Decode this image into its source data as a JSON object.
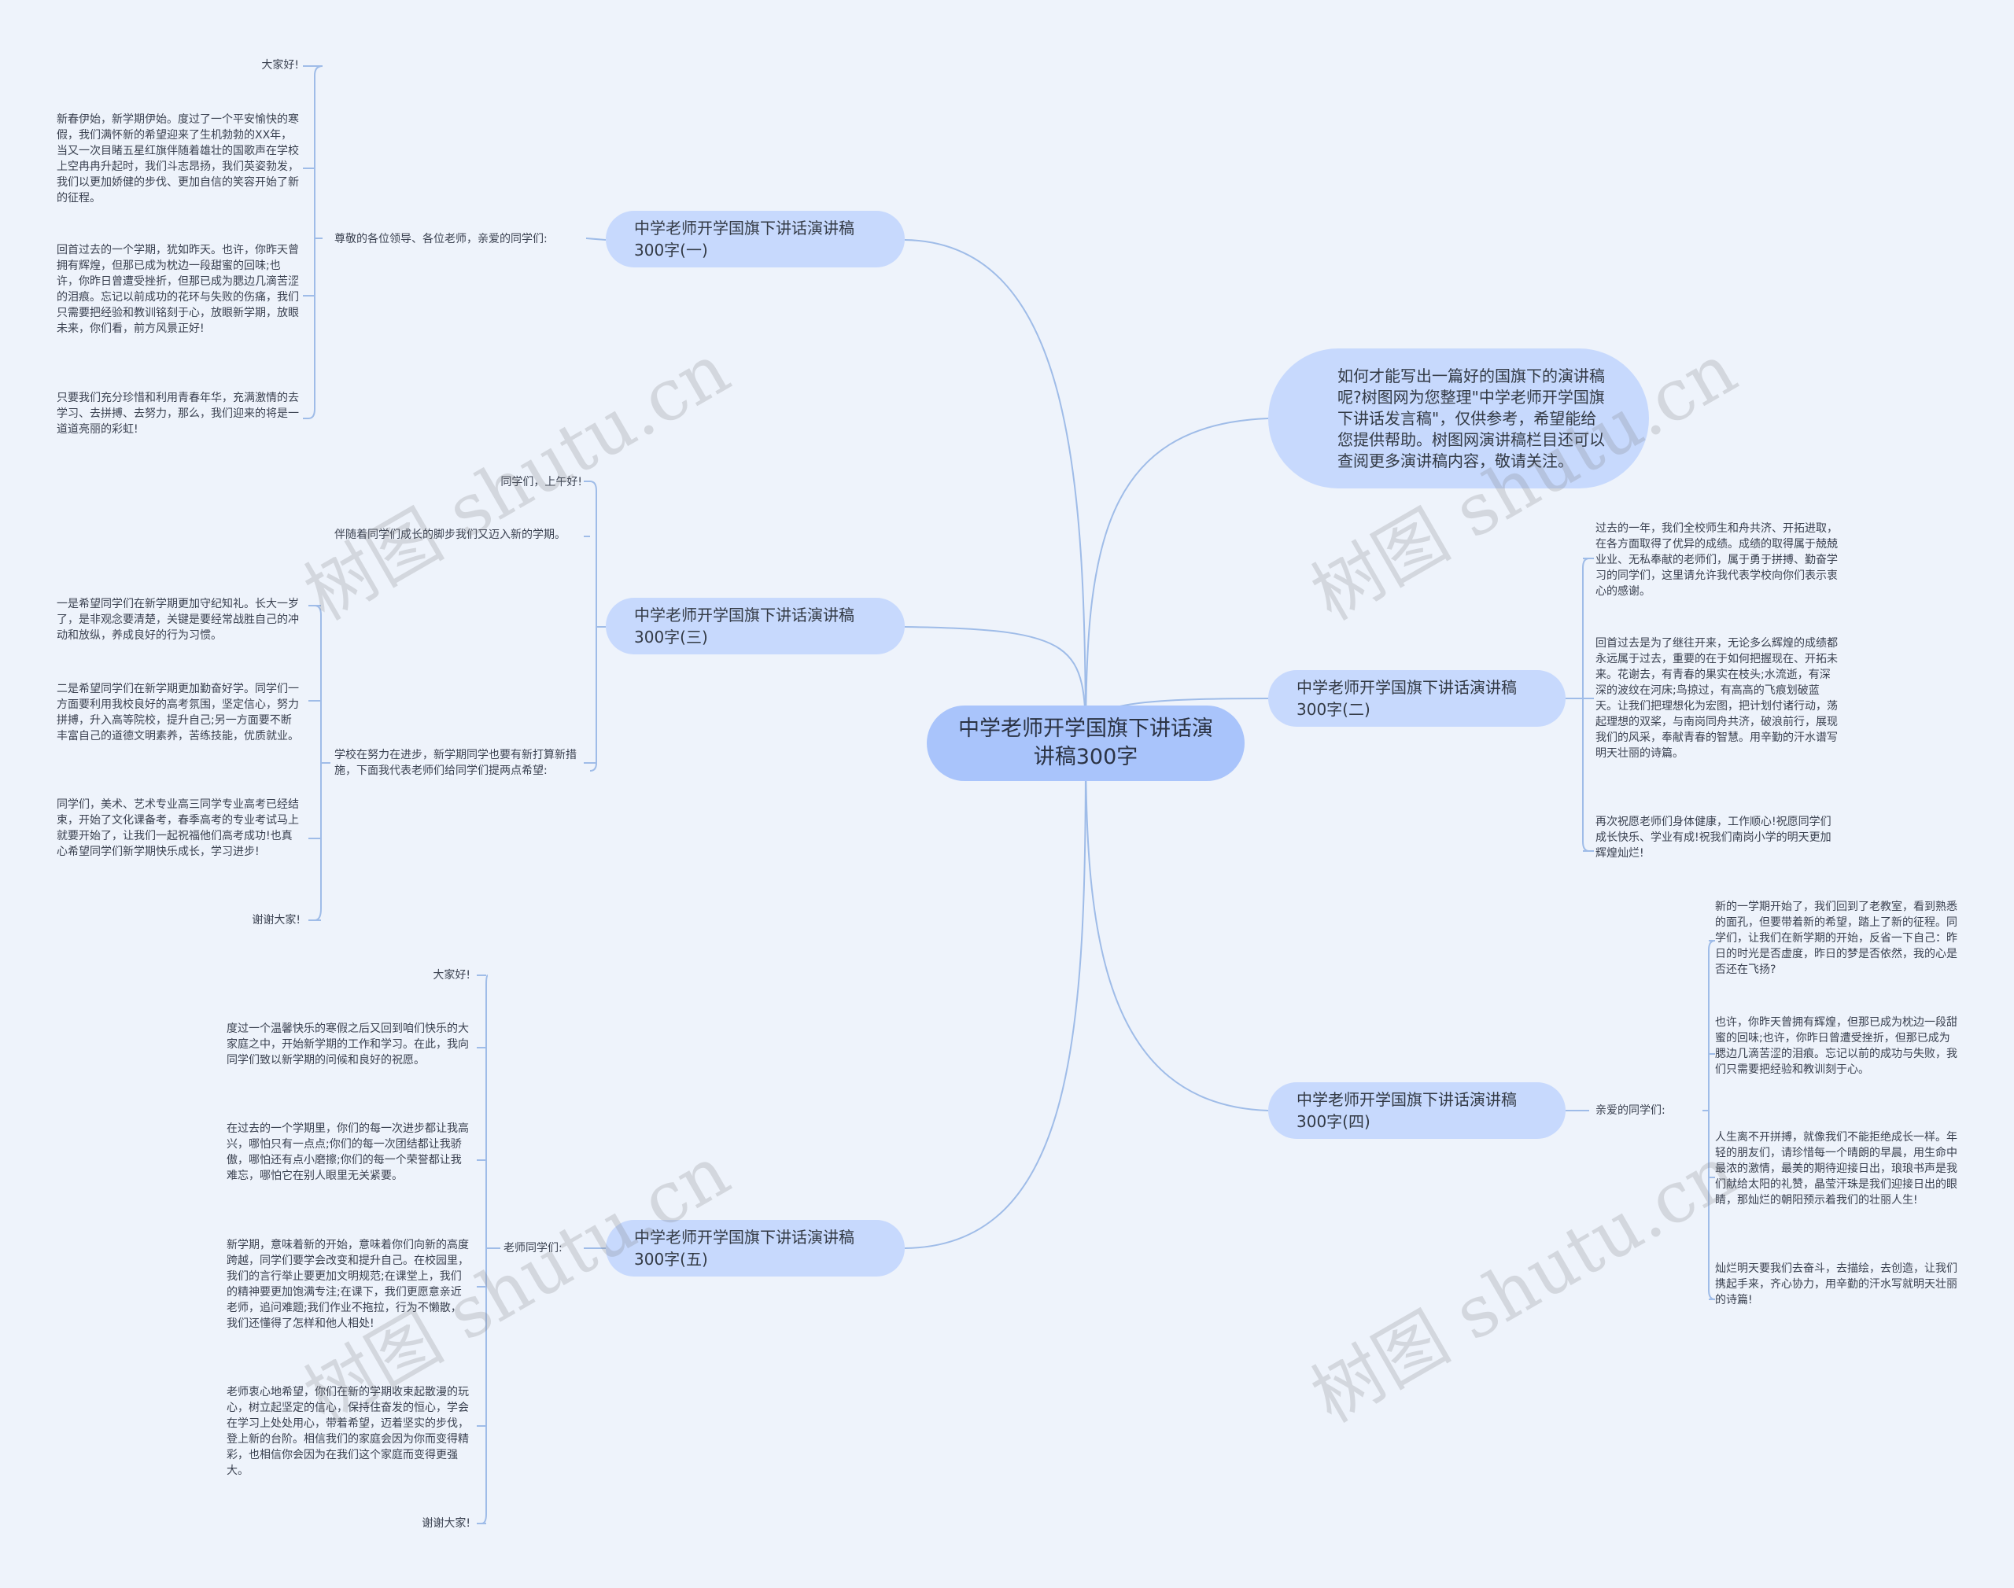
{
  "root": "中学老师开学国旗下讲话演讲稿300字",
  "intro": "如何才能写出一篇好的国旗下的演讲稿呢?树图网为您整理\"中学老师开学国旗下讲话发言稿\"，仅供参考，希望能给您提供帮助。树图网演讲稿栏目还可以查阅更多演讲稿内容，敬请关注。",
  "watermark": "树图 shutu.cn",
  "branches": {
    "b1": {
      "title": "中学老师开学国旗下讲话演讲稿300字(一)",
      "label": "尊敬的各位领导、各位老师，亲爱的同学们:",
      "leaves": [
        "大家好!",
        "新春伊始，新学期伊始。度过了一个平安愉快的寒假，我们满怀新的希望迎来了生机勃勃的XX年，当又一次目睹五星红旗伴随着雄壮的国歌声在学校上空冉冉升起时，我们斗志昂扬，我们英姿勃发，我们以更加娇健的步伐、更加自信的笑容开始了新的征程。",
        "回首过去的一个学期，犹如昨天。也许，你昨天曾拥有辉煌，但那已成为枕边一段甜蜜的回味;也许，你昨日曾遭受挫折，但那已成为腮边几滴苦涩的泪痕。忘记以前成功的花环与失败的伤痛，我们只需要把经验和教训铭刻于心，放眼新学期，放眼未来，你们看，前方风景正好!",
        "只要我们充分珍惜和利用青春年华，充满激情的去学习、去拼搏、去努力，那么，我们迎来的将是一道道亮丽的彩虹!"
      ]
    },
    "b3": {
      "title": "中学老师开学国旗下讲话演讲稿300字(三)",
      "items": [
        "同学们，上午好!",
        "伴随着同学们成长的脚步我们又迈入新的学期。",
        "学校在努力在进步，新学期同学也要有新打算新措施，下面我代表老师们给同学们提两点希望:"
      ],
      "leaves": [
        "一是希望同学们在新学期更加守纪知礼。长大一岁了，是非观念要清楚，关键是要经常战胜自己的冲动和放纵，养成良好的行为习惯。",
        "二是希望同学们在新学期更加勤奋好学。同学们一方面要利用我校良好的高考氛围，坚定信心，努力拼搏，升入高等院校，提升自己;另一方面要不断丰富自己的道德文明素养，苦练技能，优质就业。",
        "同学们，美术、艺术专业高三同学专业高考已经结束，开始了文化课备考，春季高考的专业考试马上就要开始了，让我们一起祝福他们高考成功!也真心希望同学们新学期快乐成长，学习进步!",
        "谢谢大家!"
      ]
    },
    "b5": {
      "title": "中学老师开学国旗下讲话演讲稿300字(五)",
      "label": "老师同学们:",
      "leaves": [
        "大家好!",
        "度过一个温馨快乐的寒假之后又回到咱们快乐的大家庭之中，开始新学期的工作和学习。在此，我向同学们致以新学期的问候和良好的祝愿。",
        "在过去的一个学期里，你们的每一次进步都让我高兴，哪怕只有一点点;你们的每一次团结都让我骄傲，哪怕还有点小磨擦;你们的每一个荣誉都让我难忘，哪怕它在别人眼里无关紧要。",
        "新学期，意味着新的开始，意味着你们向新的高度跨越，同学们要学会改变和提升自己。在校园里，我们的言行举止要更加文明规范;在课堂上，我们的精神要更加饱满专注;在课下，我们更愿意亲近老师，追问难题;我们作业不拖拉，行为不懒散，我们还懂得了怎样和他人相处!",
        "老师衷心地希望，你们在新的学期收束起散漫的玩心，树立起坚定的信心，保持住奋发的恒心，学会在学习上处处用心，带着希望，迈着坚实的步伐，登上新的台阶。相信我们的家庭会因为你而变得精彩，也相信你会因为在我们这个家庭而变得更强大。",
        "谢谢大家!"
      ]
    },
    "b2": {
      "title": "中学老师开学国旗下讲话演讲稿300字(二)",
      "leaves": [
        "过去的一年，我们全校师生和舟共济、开拓进取，在各方面取得了优异的成绩。成绩的取得属于兢兢业业、无私奉献的老师们，属于勇于拼搏、勤奋学习的同学们，这里请允许我代表学校向你们表示衷心的感谢。",
        "回首过去是为了继往开来，无论多么辉煌的成绩都永远属于过去，重要的在于如何把握现在、开拓未来。花谢去，有青春的果实在枝头;水流逝，有深深的波纹在河床;鸟掠过，有高高的飞痕划破蓝天。让我们把理想化为宏图，把计划付诸行动，荡起理想的双桨，与南岗同舟共济，破浪前行，展现我们的风采，奉献青春的智慧。用辛勤的汗水谱写明天壮丽的诗篇。",
        "再次祝愿老师们身体健康，工作顺心!祝愿同学们成长快乐、学业有成!祝我们南岗小学的明天更加辉煌灿烂!"
      ]
    },
    "b4": {
      "title": "中学老师开学国旗下讲话演讲稿300字(四)",
      "label": "亲爱的同学们:",
      "leaves": [
        "新的一学期开始了，我们回到了老教室，看到熟悉的面孔，但要带着新的希望，踏上了新的征程。同学们，让我们在新学期的开始，反省一下自己：昨日的时光是否虚度，昨日的梦是否依然，我的心是否还在飞扬?",
        "也许，你昨天曾拥有辉煌，但那已成为枕边一段甜蜜的回味;也许，你昨日曾遭受挫折，但那已成为腮边几滴苦涩的泪痕。忘记以前的成功与失败，我们只需要把经验和教训刻于心。",
        "人生离不开拼搏，就像我们不能拒绝成长一样。年轻的朋友们，请珍惜每一个晴朗的早晨，用生命中最浓的激情，最美的期待迎接日出，琅琅书声是我们献给太阳的礼赞，晶莹汗珠是我们迎接日出的眼睛，那灿烂的朝阳预示着我们的壮丽人生!",
        "灿烂明天要我们去奋斗，去描绘，去创造，让我们携起手来，齐心协力，用辛勤的汗水写就明天壮丽的诗篇!"
      ]
    }
  },
  "colors": {
    "link": "#9fbce8",
    "branch": "#c7d9fd",
    "root": "#a9c4fb",
    "background": "#eef3fb"
  }
}
